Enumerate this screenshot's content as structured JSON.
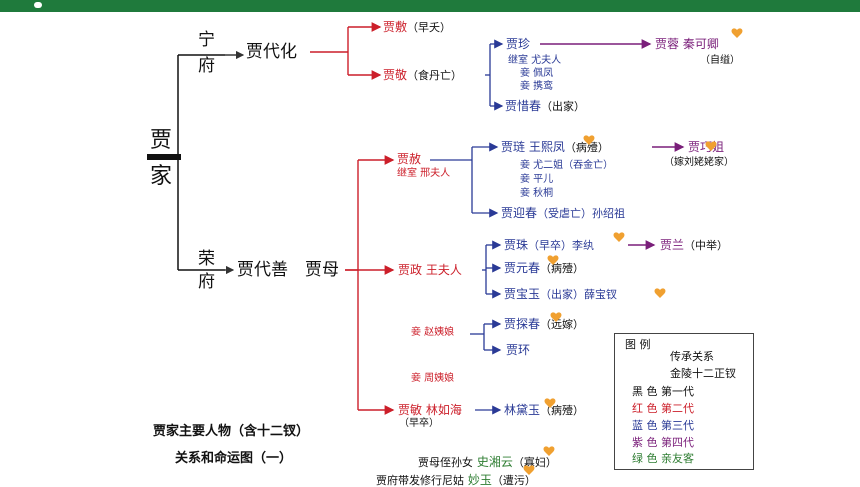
{
  "family": {
    "jia": "贾",
    "jia2": "家"
  },
  "ningfu": {
    "ning": "宁",
    "fu": "府",
    "jia_daihua": "贾代化"
  },
  "rongfu": {
    "rong": "荣",
    "fu": "府",
    "jia_daishan": "贾代善",
    "jia_mu": "贾母"
  },
  "nodes": {
    "jia_fu": "贾敷",
    "jia_fu_note": "（早夭）",
    "jia_jing": "贾敬",
    "jia_jing_note": "（食丹亡）",
    "jia_zhen": "贾珍",
    "zhen_wife": "继室  尤夫人",
    "zhen_concubine1": "妾  佩凤",
    "zhen_concubine2": "妾  携鸾",
    "jia_rong": "贾蓉  秦可卿",
    "jia_rong_note": "（自缢）",
    "jia_xichun": "贾惜春",
    "jia_xichun_note": "（出家）",
    "jia_she": "贾赦",
    "she_wife": "继室  邢夫人",
    "jia_lian": "贾琏  王熙凤",
    "jia_lian_note": "（病殪）",
    "lian_c1": "妾  尤二姐（吞金亡）",
    "lian_c2": "妾  平儿",
    "lian_c3": "妾  秋桐",
    "jia_qiaojie": "贾巧姐",
    "qiaojie_note": "（嫁刘姥姥家）",
    "jia_yingchun": "贾迎春",
    "yingchun_note": "（受虐亡）孙绍祖",
    "jia_zheng": "贾政  王夫人",
    "jia_zhu": "贾珠",
    "jia_zhu_note": "（早卒）李纨",
    "jia_lan": "贾兰",
    "jia_lan_note": "（中举）",
    "jia_yuanchun": "贾元春",
    "yuanchun_note": "（病殪）",
    "jia_baoyu": "贾宝玉",
    "baoyu_note": "（出家）薛宝钗",
    "zhao": "妾  赵姨娘",
    "jia_tanchun": "贾探春",
    "tanchun_note": "（远嫁）",
    "jia_huan": "贾环",
    "zhou": "妾  周姨娘",
    "jia_min": "贾敏  林如海",
    "jia_min_note": "（早卒）",
    "lin_daiyu": "林黛玉",
    "daiyu_note": "（病殪）",
    "shi_xiangyun_pre": "贾母侄孙女",
    "shi_xiangyun": "史湘云",
    "shi_xiangyun_note": "（寡妇）",
    "miaoyu_pre": "贾府带发修行尼姑",
    "miaoyu": "妙玉",
    "miaoyu_note": "（遭污）"
  },
  "caption": {
    "line1": "贾家主要人物（含十二钗）",
    "line2": "关系和命运图（一）"
  },
  "legend": {
    "title": "图  例",
    "inherit": "传承关系",
    "twelve": "金陵十二正钗",
    "gen1": "黑  色  第一代",
    "gen2": "红  色  第二代",
    "gen3": "蓝  色  第三代",
    "gen4": "紫  色  第四代",
    "kin": "绿  色  亲友客"
  },
  "colors": {
    "gen1": "#111111",
    "gen2": "#cc1f2a",
    "gen3": "#2a3a96",
    "gen4": "#7a1f7a",
    "kin": "#2e7d32",
    "heart": "#f0a030"
  }
}
